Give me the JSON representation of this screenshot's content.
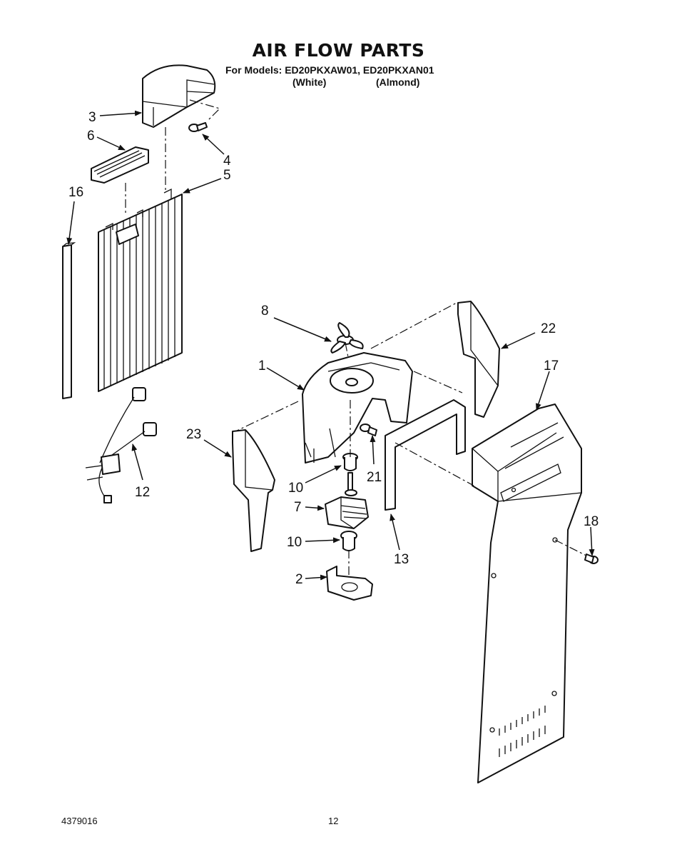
{
  "title": "AIR FLOW PARTS",
  "models_line": "For Models: ED20PKXAW01, ED20PKXAN01",
  "variants": [
    "(White)",
    "(Almond)"
  ],
  "doc_number": "4379016",
  "page_number": "12",
  "callouts": [
    {
      "id": "c3",
      "text": "3"
    },
    {
      "id": "c6",
      "text": "6"
    },
    {
      "id": "c4",
      "text": "4"
    },
    {
      "id": "c5",
      "text": "5"
    },
    {
      "id": "c16",
      "text": "16"
    },
    {
      "id": "c8",
      "text": "8"
    },
    {
      "id": "c22",
      "text": "22"
    },
    {
      "id": "c1",
      "text": "1"
    },
    {
      "id": "c17",
      "text": "17"
    },
    {
      "id": "c23",
      "text": "23"
    },
    {
      "id": "c21",
      "text": "21"
    },
    {
      "id": "c10a",
      "text": "10"
    },
    {
      "id": "c12",
      "text": "12"
    },
    {
      "id": "c7",
      "text": "7"
    },
    {
      "id": "c18",
      "text": "18"
    },
    {
      "id": "c10b",
      "text": "10"
    },
    {
      "id": "c13",
      "text": "13"
    },
    {
      "id": "c2",
      "text": "2"
    }
  ]
}
